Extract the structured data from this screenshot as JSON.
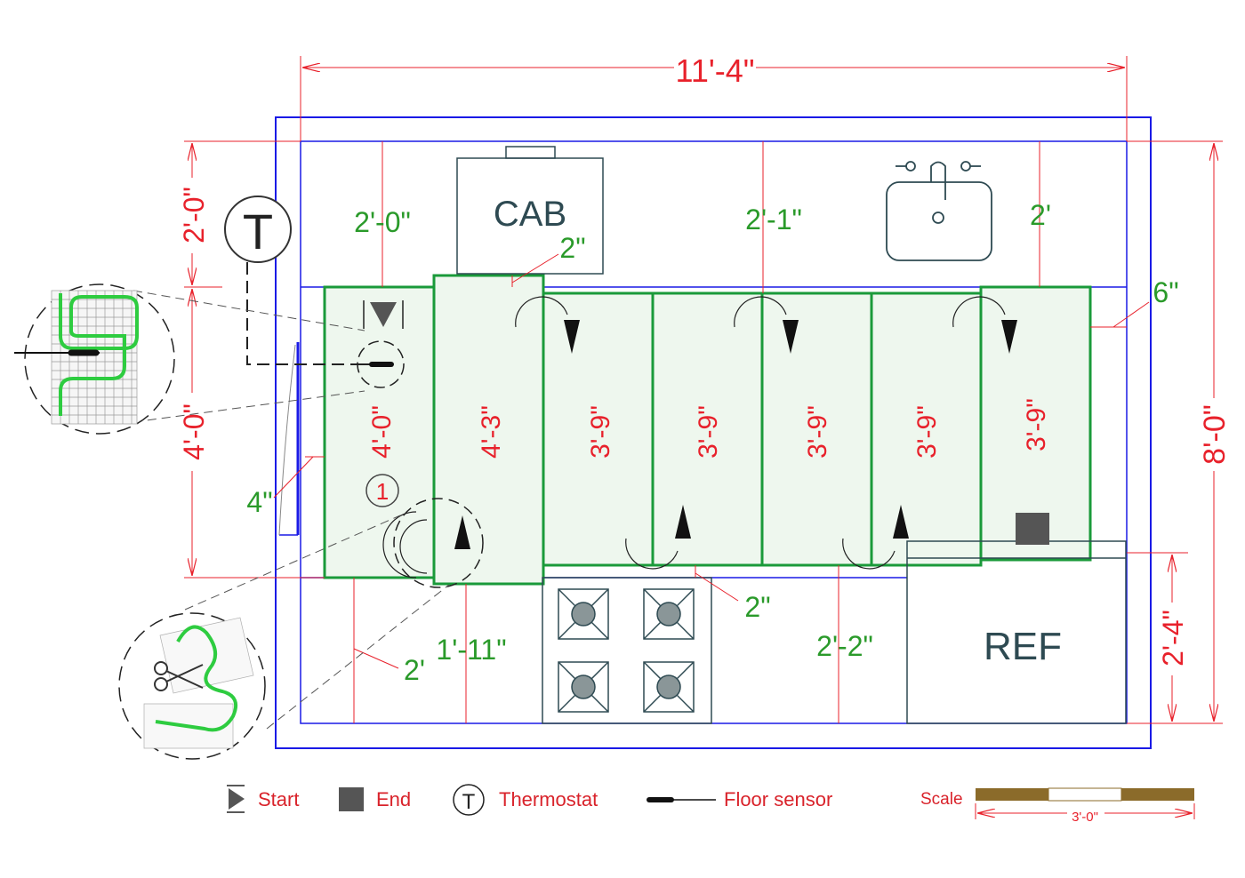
{
  "overall_width": "11'-4\"",
  "overall_height": "8'-0\"",
  "left_dims": {
    "top": "2'-0\"",
    "middle": "4'-0\""
  },
  "right_dim_ref": "2'-4\"",
  "top_gaps": {
    "left": "2'-0\"",
    "middle": "2'-1\"",
    "right": "2'"
  },
  "bottom_gaps": {
    "left_offset": "2'",
    "left": "1'-11\"",
    "right": "2'-2\""
  },
  "small_dims": {
    "cab_gap": "2\"",
    "wall_gap": "4\"",
    "right_gap": "6\"",
    "stove_gap": "2\""
  },
  "strip_lengths": [
    "4'-0\"",
    "4'-3\"",
    "3'-9\"",
    "3'-9\"",
    "3'-9\"",
    "3'-9\"",
    "3'-9\""
  ],
  "strip_number": "1",
  "fixtures": {
    "cabinet": "CAB",
    "refrigerator": "REF"
  },
  "thermostat_symbol": "T",
  "legend": {
    "start": "Start",
    "end": "End",
    "thermostat": "Thermostat",
    "floor_sensor": "Floor sensor"
  },
  "scale": {
    "label": "Scale",
    "value": "3'-0\""
  },
  "colors": {
    "wall": "#1a1ae6",
    "dimension": "#e8212b",
    "mat": "#1a9a3a",
    "mat_fill": "#eef7ee",
    "fixture": "#2e4a52"
  }
}
